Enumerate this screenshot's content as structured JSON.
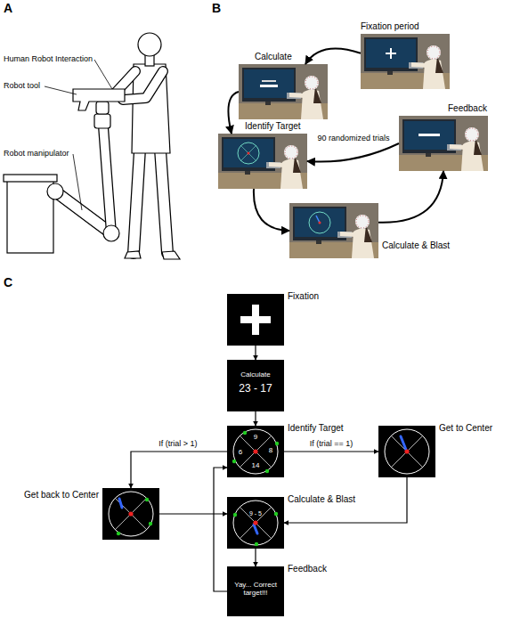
{
  "diagram": {
    "nodes": [
      {
        "text": [
          "Fixation period"
        ]
      },
      {
        "text": [
          "Calculate"
        ]
      },
      {
        "text": [
          "Identify Target"
        ]
      },
      {
        "text": [
          "Calculate & Blast"
        ]
      },
      {
        "text": [
          "Feedback"
        ]
      },
      {
        "text": [
          "Fixation"
        ]
      },
      {
        "text": [
          "Calculate",
          "23 - 17"
        ]
      },
      {
        "text": [
          "Identify Target",
          "9",
          "6",
          "8",
          "14"
        ]
      },
      {
        "text": [
          "Get to Center"
        ]
      },
      {
        "text": [
          "Get back to Center"
        ]
      },
      {
        "text": [
          "Calculate & Blast",
          "9 - 5"
        ]
      },
      {
        "text": [
          "Feedback",
          "Yay... Correct target!!!"
        ]
      }
    ],
    "edges": [
      {
        "from": 0,
        "to": 1,
        "arrow": "to"
      },
      {
        "from": 1,
        "to": 2,
        "arrow": "to"
      },
      {
        "from": 2,
        "to": 3,
        "arrow": "to"
      },
      {
        "from": 3,
        "to": 4,
        "arrow": "to"
      },
      {
        "from": 4,
        "to": 2,
        "label": "90 randomized trials",
        "arrow": "to"
      },
      {
        "from": 5,
        "to": 6,
        "arrow": "to"
      },
      {
        "from": 6,
        "to": 7,
        "arrow": "to"
      },
      {
        "from": 7,
        "to": 8,
        "label": "If (trial == 1)",
        "arrow": "to"
      },
      {
        "from": 7,
        "to": 9,
        "label": "If (trial > 1)",
        "arrow": "to"
      },
      {
        "from": 8,
        "to": 10,
        "arrow": "to"
      },
      {
        "from": 9,
        "to": 10,
        "arrow": "to"
      },
      {
        "from": 10,
        "to": 11,
        "arrow": "to"
      },
      {
        "from": 11,
        "to": 7,
        "arrow": "to"
      }
    ],
    "labels": [
      "A",
      "B",
      "C",
      "Human Robot Interaction",
      "Robot tool",
      "Robot manipulator"
    ]
  }
}
